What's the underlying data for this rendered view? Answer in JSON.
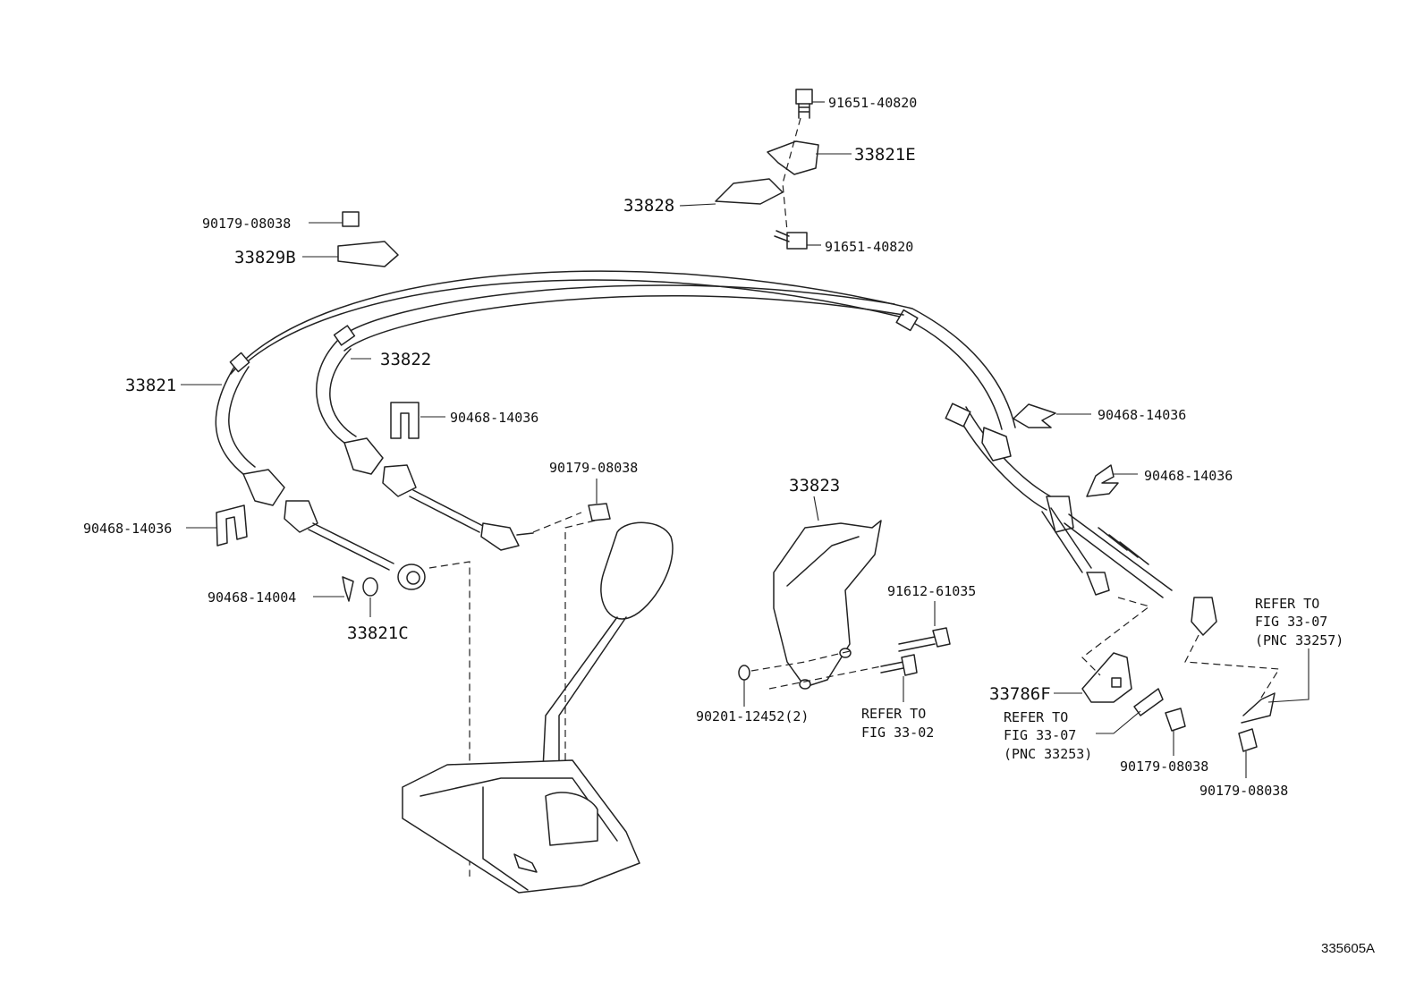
{
  "labels": {
    "bolt_top": "91651-40820",
    "bracket_33821E": "33821E",
    "bracket_33828": "33828",
    "bolt_mid": "91651-40820",
    "nut_left_top": "90179-08038",
    "retainer_33829B": "33829B",
    "cable_33821": "33821",
    "cable_33822": "33822",
    "clip_left_upper": "90468-14036",
    "clip_left_lower": "90468-14036",
    "nut_center": "90179-08038",
    "clip_pin": "90468-14004",
    "washer_33821C": "33821C",
    "bracket_33823": "33823",
    "bolt_91612": "91612-61035",
    "nut_90201": "90201-12452(2)",
    "refer_fig_33_02_line1": "REFER TO",
    "refer_fig_33_02_line2": "FIG 33-02",
    "clip_right_upper": "90468-14036",
    "clip_right_lower": "90468-14036",
    "bracket_33786F": "33786F",
    "refer_33253_line1": "REFER TO",
    "refer_33253_line2": "FIG 33-07",
    "refer_33253_line3": "(PNC 33253)",
    "nut_right_a": "90179-08038",
    "nut_right_b": "90179-08038",
    "refer_33257_line1": "REFER TO",
    "refer_33257_line2": "FIG 33-07",
    "refer_33257_line3": "(PNC 33257)",
    "figure_id": "335605A"
  }
}
